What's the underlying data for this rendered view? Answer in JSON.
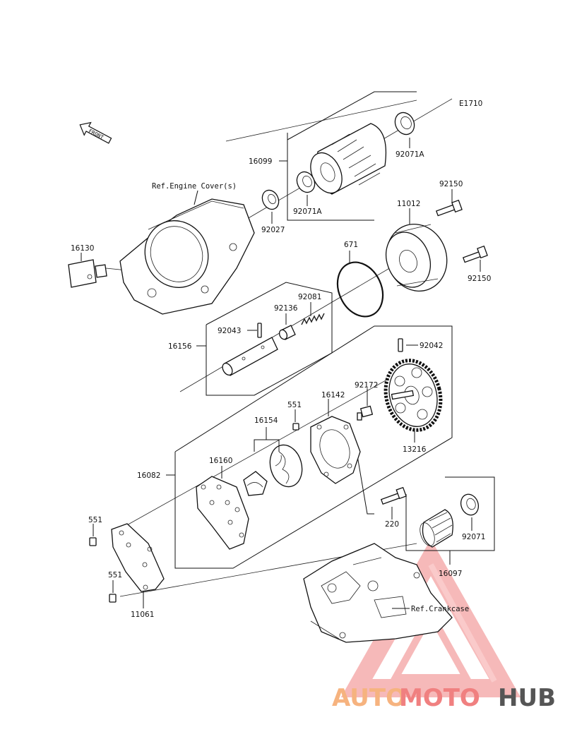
{
  "labels": {
    "e1710": "E1710",
    "p16099": "16099",
    "p92071A_top": "92071A",
    "p92071A_bottom": "92071A",
    "p92027": "92027",
    "p92150_top": "92150",
    "p92150_bottom": "92150",
    "p11012": "11012",
    "p671": "671",
    "p16130": "16130",
    "p92081": "92081",
    "p92136": "92136",
    "p92043": "92043",
    "p16156": "16156",
    "p92042": "92042",
    "p92172": "92172",
    "p16142": "16142",
    "p551_mid": "551",
    "p16154": "16154",
    "p13216": "13216",
    "p16082": "16082",
    "p16160": "16160",
    "p551_left_top": "551",
    "p551_left_bottom": "551",
    "p220": "220",
    "p92071": "92071",
    "p16097": "16097",
    "p11061": "11061"
  },
  "refs": {
    "engine_cover": "Ref.Engine Cover(s)",
    "crankcase": "Ref.Crankcase"
  },
  "front_marker": "FRONT",
  "watermark": {
    "part1": "AUTO",
    "part2": "MOTO",
    "part3": "HUB",
    "color1": "#f6b37f",
    "color2": "#f08080",
    "color3": "#555555"
  }
}
